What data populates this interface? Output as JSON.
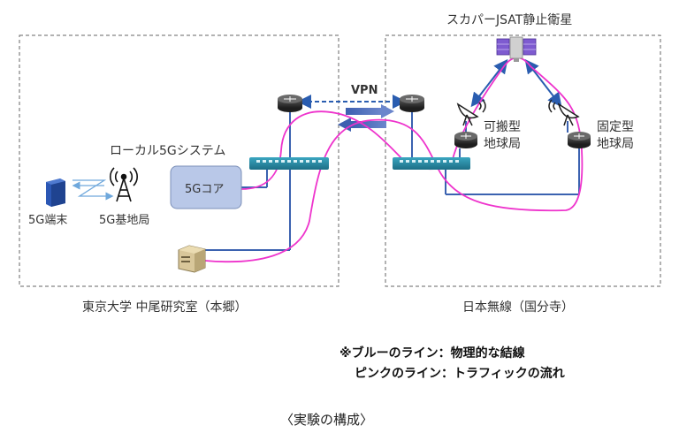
{
  "labels": {
    "satellite": "スカパーJSAT静止衛星",
    "vpn": "VPN",
    "local5g_system": "ローカル5Gシステム",
    "core5g": "5Gコア",
    "terminal5g": "5G端末",
    "basestation5g": "5G基地局",
    "portable_station_line1": "可搬型",
    "portable_station_line2": "地球局",
    "fixed_station_line1": "固定型",
    "fixed_station_line2": "地球局",
    "left_site": "東京大学 中尾研究室（本郷）",
    "right_site": "日本無線（国分寺）"
  },
  "legend": {
    "blue_line": "※ブルーのライン：物理的な結線",
    "pink_line": "ピンクのライン：トラフィックの流れ"
  },
  "caption": "〈実験の構成〉",
  "colors": {
    "physical_link": "#3b62b0",
    "traffic_flow": "#ee33cc",
    "site_border": "#555555",
    "core_fill": "#b9c8e8",
    "switch_fill": "#2a8fa8",
    "router_fill": "#3c3c3c",
    "terminal_fill": "#2b57b4"
  }
}
